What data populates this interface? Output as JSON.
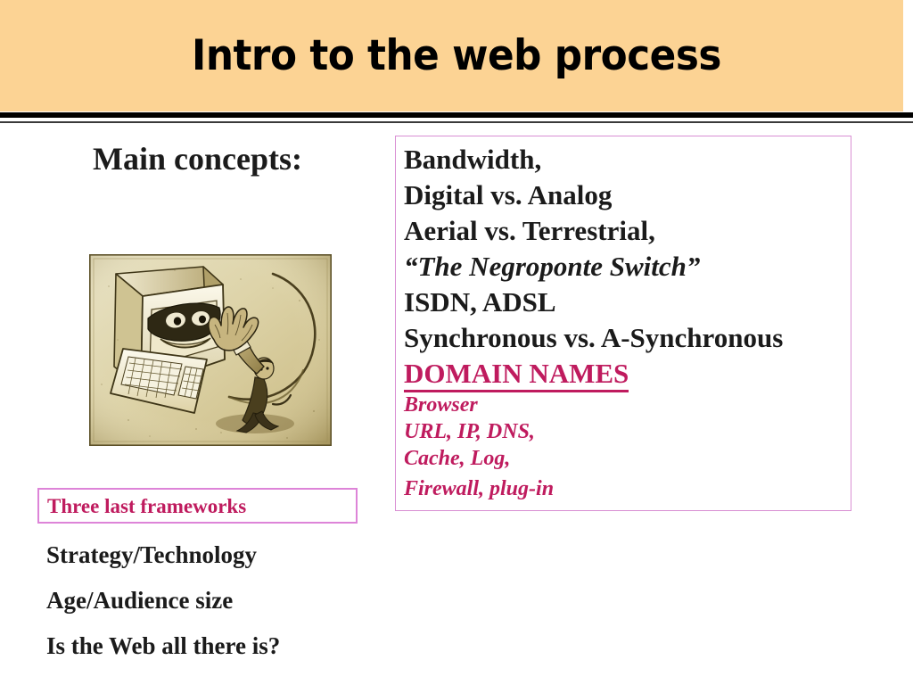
{
  "slide": {
    "title": "Intro to the web process",
    "banner_color": "#fcd394",
    "accent_color": "#bf1b5e",
    "box_border_color": "#d98fd3"
  },
  "left": {
    "heading": "Main concepts:",
    "illustration_name": "computer-monitor-face-and-person-illustration"
  },
  "concepts": {
    "lines": [
      {
        "text": "Bandwidth,",
        "style": "big"
      },
      {
        "text": "Digital vs. Analog",
        "style": "big"
      },
      {
        "text": "Aerial vs. Terrestrial,",
        "style": "big"
      },
      {
        "text": "“The Negroponte Switch”",
        "style": "big-italic"
      },
      {
        "text": "ISDN, ADSL",
        "style": "big"
      },
      {
        "text": "Synchronous vs. A-Synchronous",
        "style": "big"
      },
      {
        "text": "DOMAIN NAMES",
        "style": "domain"
      },
      {
        "text": "Browser",
        "style": "small-italic"
      },
      {
        "text": "URL, IP, DNS,",
        "style": "small-italic"
      },
      {
        "text": "Cache, Log,",
        "style": "small-italic"
      },
      {
        "text": "Firewall, plug-in",
        "style": "small-italic-spaced"
      }
    ]
  },
  "frameworks": {
    "label": "Three last frameworks",
    "items": [
      "Strategy/Technology",
      "Age/Audience size",
      "Is the Web all there is?"
    ]
  }
}
